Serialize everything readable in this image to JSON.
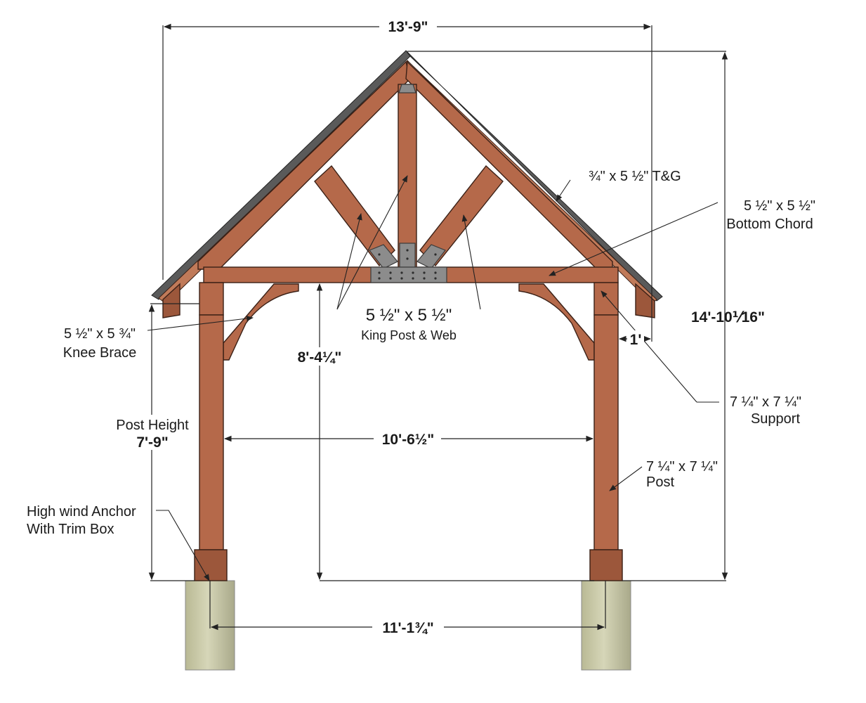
{
  "dimensions": {
    "overall_width": "13'-9\"",
    "overall_height": "14'-10⅟16\"",
    "clear_height": "8'-4¼\"",
    "post_height_label": "Post Height",
    "post_height": "7'-9\"",
    "inner_span": "10'-6½\"",
    "footing_span": "11'-1¾\"",
    "overhang": "1'"
  },
  "labels": {
    "tg": "¾\" x 5 ½\" T&G",
    "bottom_chord_size": "5 ½\" x 5 ½\"",
    "bottom_chord_name": "Bottom Chord",
    "knee_brace_size": "5 ½\" x 5 ¾\"",
    "knee_brace_name": "Knee Brace",
    "king_post_size": "5 ½\" x 5 ½\"",
    "king_post_name": "King Post & Web",
    "support_size": "7 ¼\" x 7 ¼\"",
    "support_name": "Support",
    "post_size": "7 ¼\" x 7 ¼\"",
    "post_name": "Post",
    "anchor_line1": "High wind Anchor",
    "anchor_line2": "With Trim Box"
  },
  "colors": {
    "wood": "#b5694a",
    "steel": "#8c8c8c",
    "roofing": "#5a5a5a",
    "footing": "#c9c9a8"
  }
}
